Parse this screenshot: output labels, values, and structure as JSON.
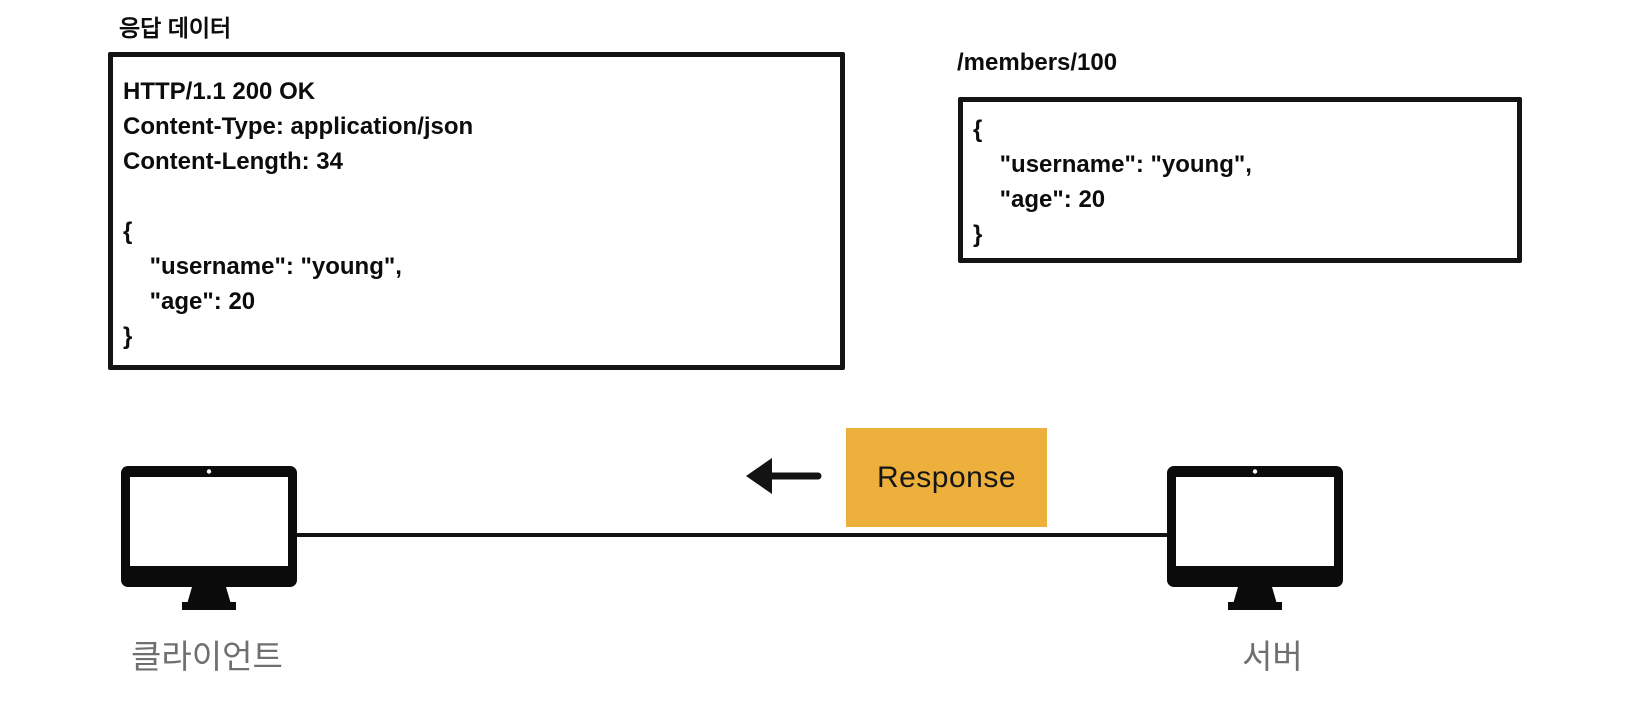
{
  "response_panel": {
    "title": "응답 데이터",
    "lines": [
      "HTTP/1.1 200 OK",
      "Content-Type: application/json",
      "Content-Length: 34",
      "",
      "{",
      "    \"username\": \"young\",",
      "    \"age\": 20",
      "}"
    ]
  },
  "resource_panel": {
    "title": "/members/100",
    "lines": [
      "{",
      "    \"username\": \"young\",",
      "    \"age\": 20",
      "}"
    ]
  },
  "flow": {
    "label": "Response",
    "direction": "right-to-left",
    "chip_color": "#EEB03D",
    "arrow_icon": "left-arrow-icon",
    "line_color": "#131313"
  },
  "client": {
    "label": "클라이언트",
    "icon": "monitor-icon"
  },
  "server": {
    "label": "서버",
    "icon": "monitor-icon"
  },
  "colors": {
    "box_border": "#141414",
    "text": "#0c0c0c",
    "endpoint_label_gray": "#6f6f6f"
  }
}
